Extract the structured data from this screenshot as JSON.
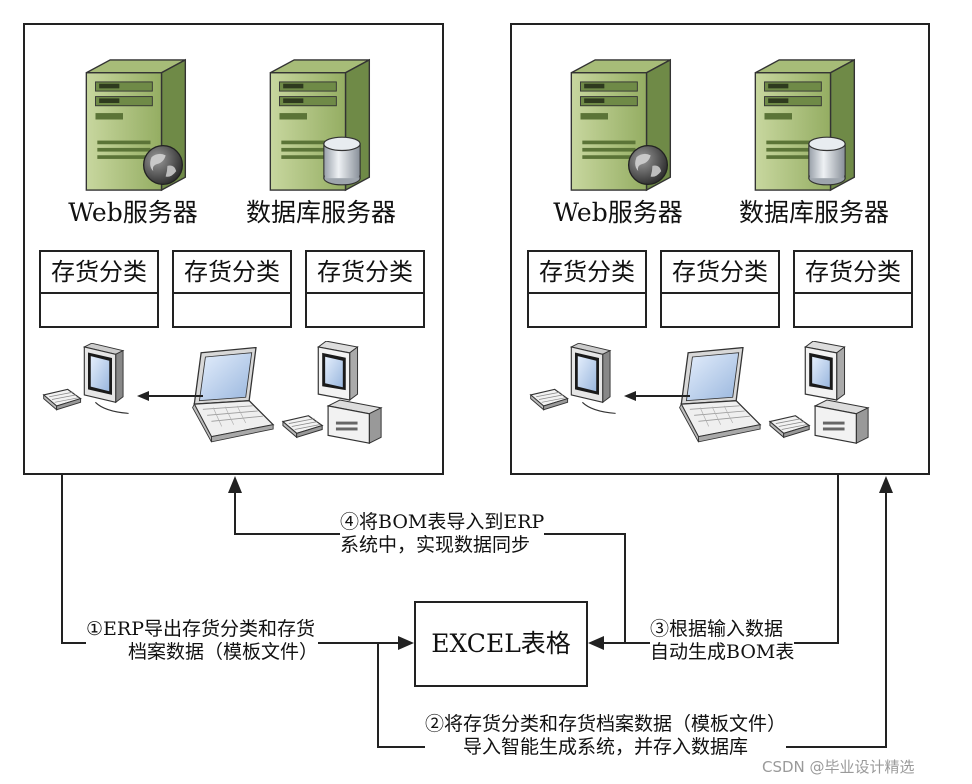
{
  "left_panel": {
    "web_server_label": "Web服务器",
    "db_server_label": "数据库服务器",
    "categories": [
      "存货分类",
      "存货分类",
      "存货分类"
    ]
  },
  "right_panel": {
    "web_server_label": "Web服务器",
    "db_server_label": "数据库服务器",
    "categories": [
      "存货分类",
      "存货分类",
      "存货分类"
    ]
  },
  "center": {
    "excel_label": "EXCEL表格"
  },
  "steps": {
    "step1": [
      "①ERP导出存货分类和存货",
      "档案数据（模板文件）"
    ],
    "step2": [
      "②将存货分类和存货档案数据（模板文件）",
      "导入智能生成系统，并存入数据库"
    ],
    "step3": [
      "③根据输入数据",
      "自动生成BOM表"
    ],
    "step4": [
      "④将BOM表导入到ERP",
      "系统中，实现数据同步"
    ]
  },
  "watermark": "CSDN @毕业设计精选",
  "colors": {
    "server_body": "#b4c78a",
    "server_dark": "#6f8a47",
    "line": "#222222"
  }
}
